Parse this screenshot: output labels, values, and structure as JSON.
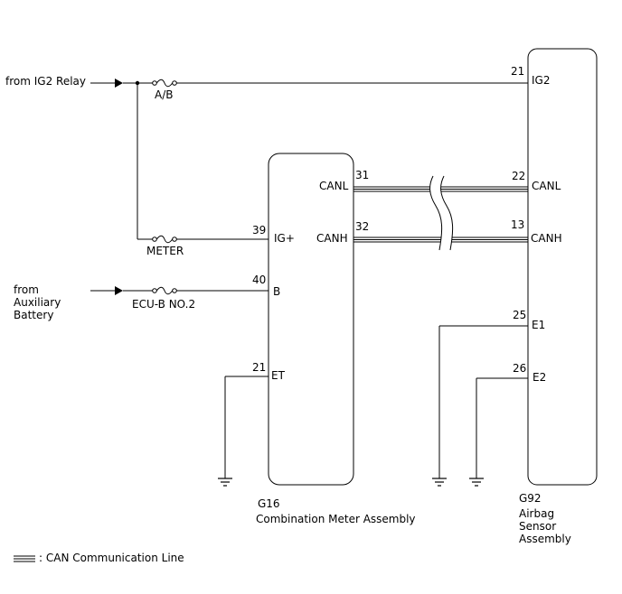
{
  "sources": {
    "ig2_relay": "from IG2 Relay",
    "aux_battery": [
      "from",
      "Auxiliary",
      "Battery"
    ]
  },
  "fuses": {
    "ab": "A/B",
    "meter": "METER",
    "ecub": "ECU-B NO.2"
  },
  "meter_assembly": {
    "code": "G16",
    "name": "Combination Meter Assembly",
    "pins": {
      "canl": {
        "num": "31",
        "label": "CANL"
      },
      "canh": {
        "num": "32",
        "label": "CANH"
      },
      "igp": {
        "num": "39",
        "label": "IG+"
      },
      "b": {
        "num": "40",
        "label": "B"
      },
      "et": {
        "num": "21",
        "label": "ET"
      }
    }
  },
  "airbag_sensor": {
    "code": "G92",
    "name": [
      "Airbag",
      "Sensor",
      "Assembly"
    ],
    "pins": {
      "ig2": {
        "num": "21",
        "label": "IG2"
      },
      "canl": {
        "num": "22",
        "label": "CANL"
      },
      "canh": {
        "num": "13",
        "label": "CANH"
      },
      "e1": {
        "num": "25",
        "label": "E1"
      },
      "e2": {
        "num": "26",
        "label": "E2"
      }
    }
  },
  "legend": {
    "label": ": CAN Communication Line"
  }
}
